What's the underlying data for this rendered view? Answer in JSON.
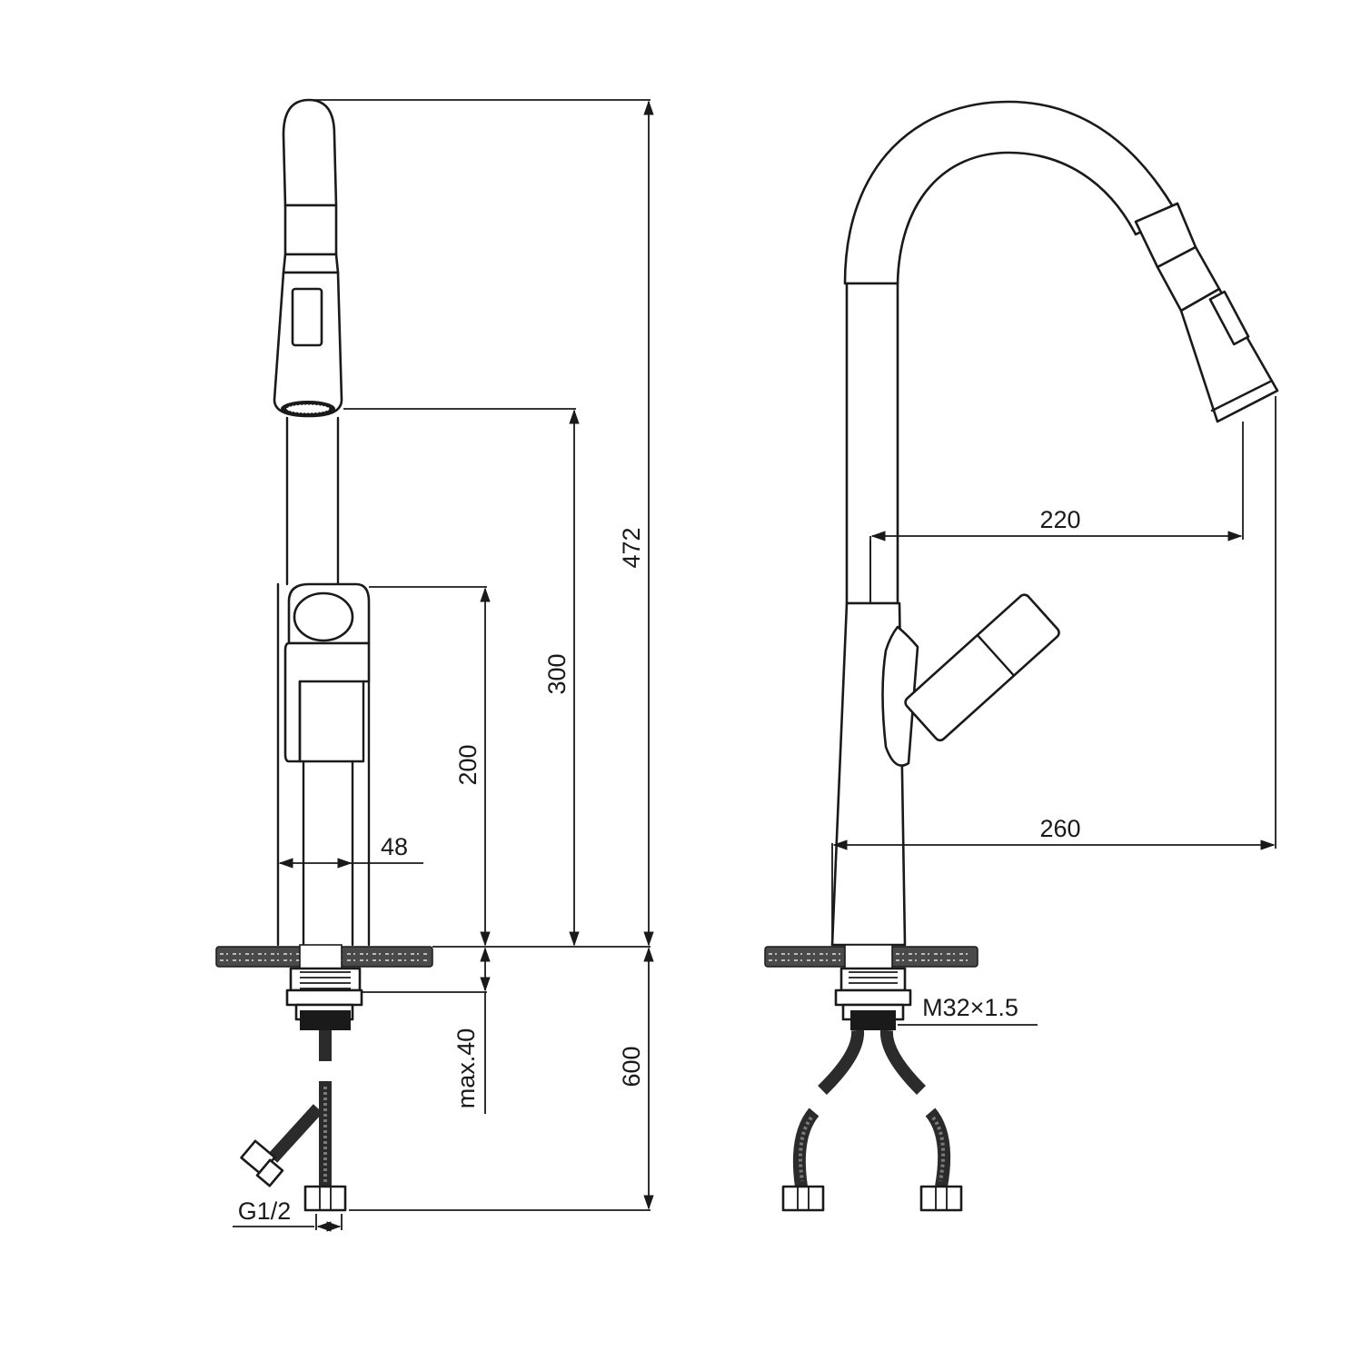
{
  "dimensions": {
    "total_height": "472",
    "spout_height": "300",
    "lever_height": "200",
    "body_width": "48",
    "counter_thickness": "max.40",
    "hose_length": "600",
    "hose_thread": "G1/2",
    "reach_spout": "220",
    "reach_total": "260",
    "mount_thread": "M32×1.5"
  },
  "colors": {
    "line": "#1a1a1a",
    "background": "#ffffff"
  }
}
